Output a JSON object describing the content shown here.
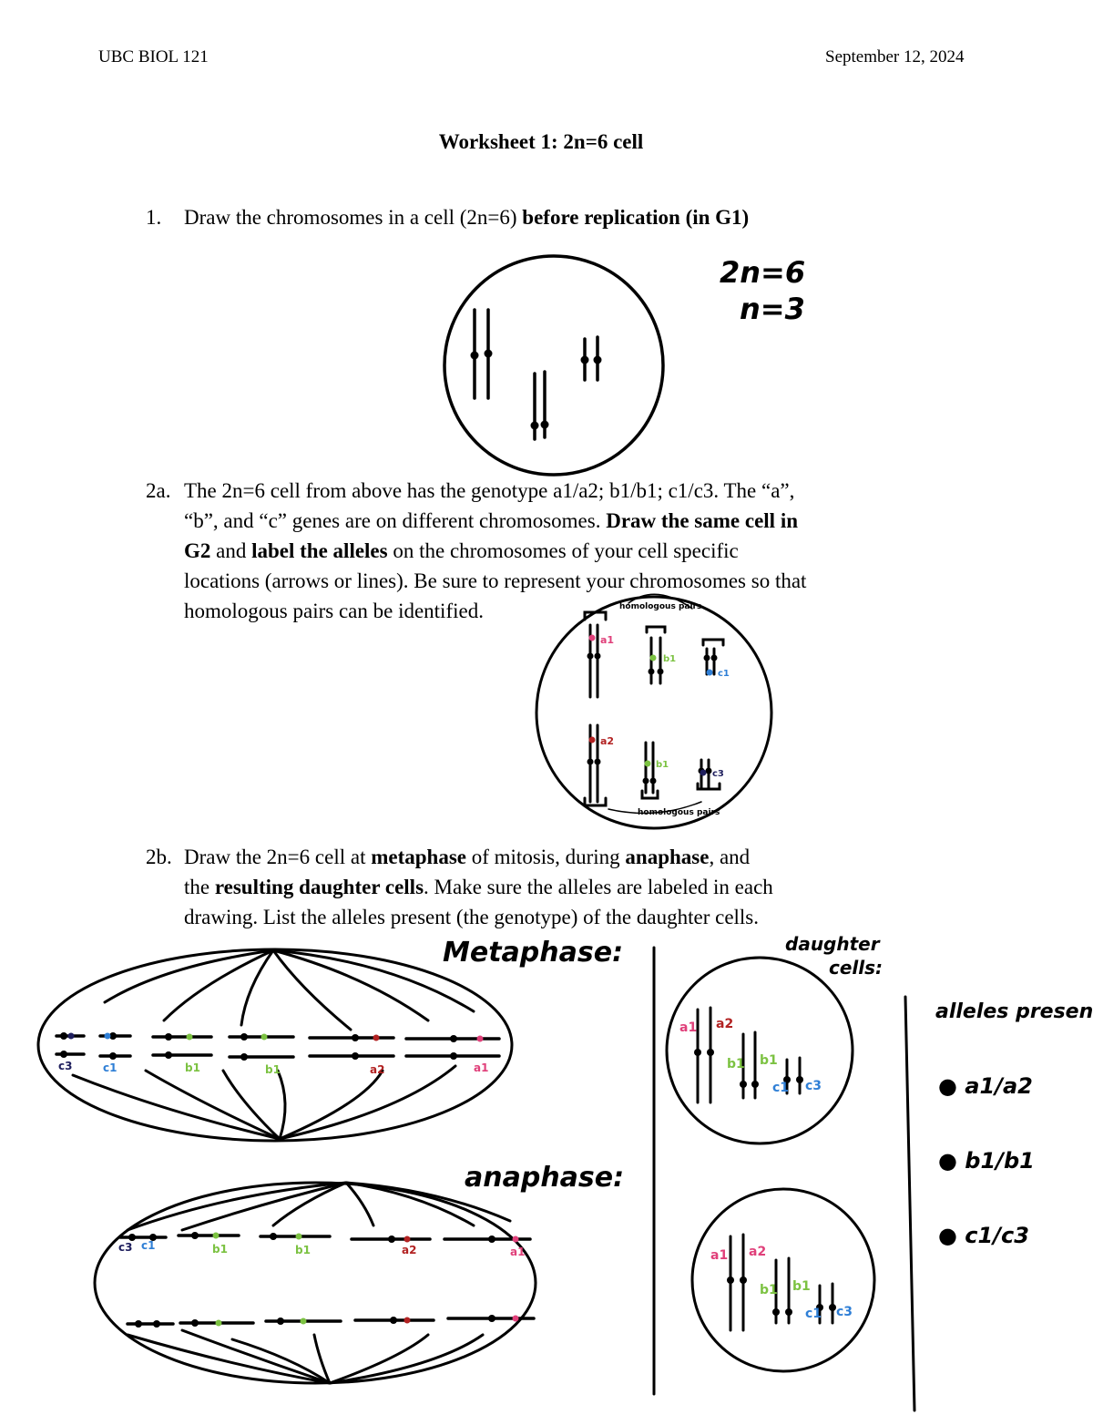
{
  "header": {
    "course": "UBC BIOL 121",
    "date": "September 12, 2024"
  },
  "title": "Worksheet 1: 2n=6 cell",
  "q1": {
    "number": "1.",
    "text": "Draw the chromosomes in a cell (2n=6) ",
    "bold": "before replication (in G1)"
  },
  "q1_notes": {
    "line1": "2n=6",
    "line2": "n=3"
  },
  "q2a": {
    "number": "2a.",
    "line1": "The 2n=6 cell from above has the genotype a1/a2; b1/b1; c1/c3. The “a”,",
    "line2a": "“b”, and “c” genes are on different chromosomes. ",
    "line2b": "Draw the same cell in",
    "line3a": "G2",
    "line3b": " and ",
    "line3c": "label the alleles",
    "line3d": " on the chromosomes of your cell specific",
    "line4": "locations (arrows or lines). Be sure to represent your chromosomes so that",
    "line5": "homologous pairs can be identified."
  },
  "g2_labels": {
    "homologous_top": "homologous pairs",
    "homologous_bottom": "homologous pairs",
    "a1": "a1",
    "a2": "a2",
    "b1_top": "b1",
    "b1_bottom": "b1",
    "c1": "c1",
    "c3": "c3"
  },
  "q2b": {
    "number": "2b.",
    "line1a": "Draw the 2n=6 cell at ",
    "line1b": "metaphase",
    "line1c": " of mitosis, during ",
    "line1d": "anaphase",
    "line1e": ", and",
    "line2a": "the ",
    "line2b": "resulting daughter cells",
    "line2c": ". Make sure the alleles are labeled in each",
    "line3": "drawing. List the alleles present (the genotype) of the daughter cells."
  },
  "handwritten": {
    "metaphase": "Metaphase:",
    "anaphase": "anaphase:",
    "daughter1": "daughter",
    "daughter2": "cells:",
    "alleles_present": "alleles present",
    "genotype1": "a1/a2",
    "genotype2": "b1/b1",
    "genotype3": "c1/c3"
  },
  "metaphase_labels": [
    "c3",
    "c1",
    "b1",
    "b1",
    "a2",
    "a1"
  ],
  "anaphase_labels": [
    "c3",
    "c1",
    "b1",
    "b1",
    "a2",
    "a1"
  ],
  "daughter_labels": [
    "a1",
    "a2",
    "b1",
    "b1",
    "c1",
    "c3"
  ],
  "colors": {
    "a1": "#e0407a",
    "a2": "#b22222",
    "b1": "#7cc242",
    "c1": "#2f7fd6",
    "c3": "#1f1f5e",
    "ink": "#000000"
  }
}
